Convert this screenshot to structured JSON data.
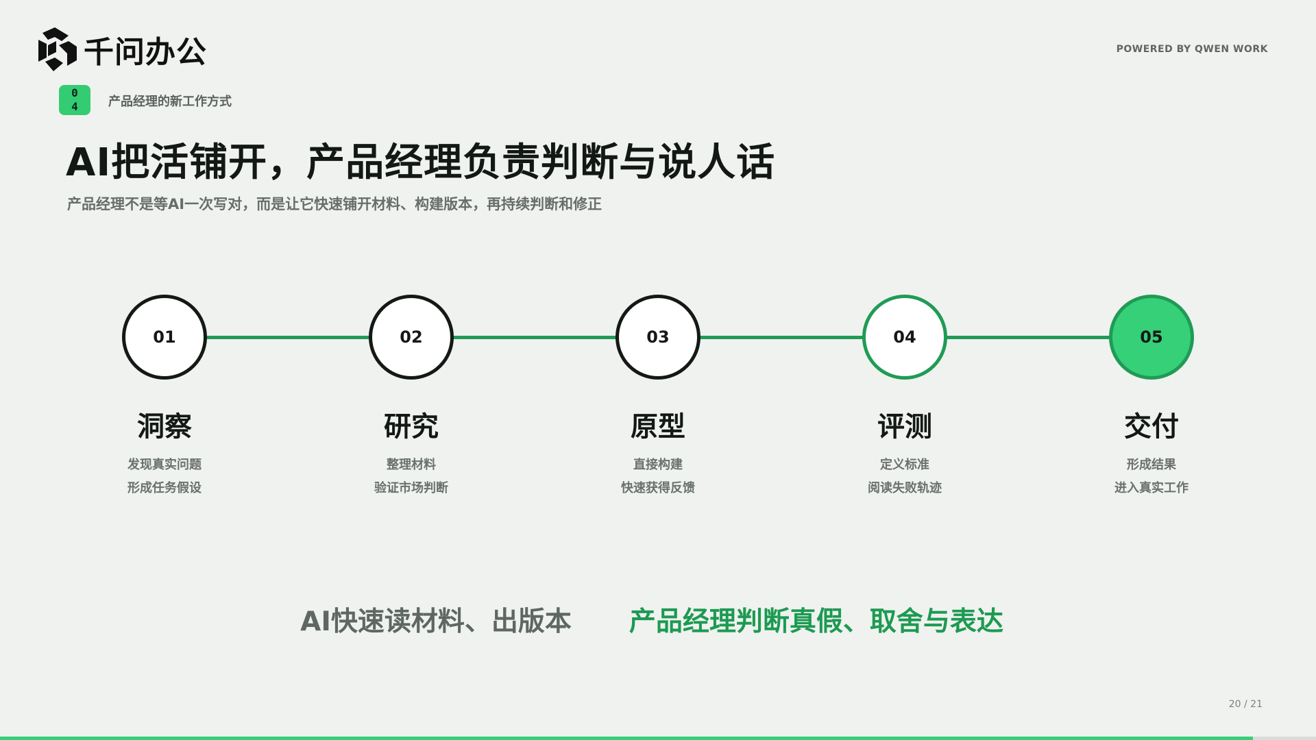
{
  "brand": {
    "name": "千问办公"
  },
  "powered_by": "POWERED BY QWEN WORK",
  "section": {
    "number": "04",
    "label": "产品经理的新工作方式"
  },
  "title": "AI把活铺开，产品经理负责判断与说人话",
  "subtitle": "产品经理不是等AI一次写对，而是让它快速铺开材料、构建版本，再持续判断和修正",
  "steps": [
    {
      "num": "01",
      "title": "洞察",
      "lines": [
        "发现真实问题",
        "形成任务假设"
      ]
    },
    {
      "num": "02",
      "title": "研究",
      "lines": [
        "整理材料",
        "验证市场判断"
      ]
    },
    {
      "num": "03",
      "title": "原型",
      "lines": [
        "直接构建",
        "快速获得反馈"
      ]
    },
    {
      "num": "04",
      "title": "评测",
      "lines": [
        "定义标准",
        "阅读失败轨迹"
      ]
    },
    {
      "num": "05",
      "title": "交付",
      "lines": [
        "形成结果",
        "进入真实工作"
      ]
    }
  ],
  "contrast": {
    "ai": "AI快速读材料、出版本",
    "pm": "产品经理判断真假、取舍与表达"
  },
  "page_indicator": "20 / 21",
  "progress": 0.952,
  "colors": {
    "accent": "#36d079",
    "accent_dark": "#1f9b55",
    "background": "#f0f2ef",
    "text": "#141815"
  }
}
